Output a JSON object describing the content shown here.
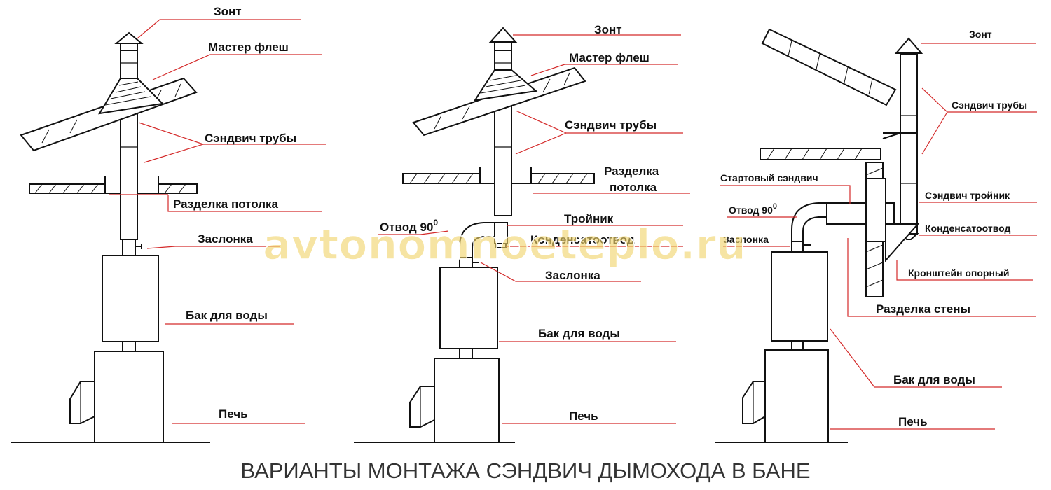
{
  "title": "ВАРИАНТЫ МОНТАЖА СЭНДВИЧ ДЫМОХОДА В БАНЕ",
  "watermark": "avtonomnoeteplo.ru",
  "diagram1": {
    "zont": "Зонт",
    "master_flesh": "Мастер флеш",
    "sandwich": "Сэндвич трубы",
    "razdelka": "Разделка потолка",
    "zaslonka": "Заслонка",
    "bak": "Бак для воды",
    "pech": "Печь"
  },
  "diagram2": {
    "zont": "Зонт",
    "master_flesh": "Мастер флеш",
    "sandwich": "Сэндвич трубы",
    "razdelka_1": "Разделка",
    "razdelka_2": "потолка",
    "troinik": "Тройник",
    "otvod": "Отвод 90",
    "otvod_sup": "0",
    "kondensat": "Конденсатоотвод",
    "zaslonka": "Заслонка",
    "bak": "Бак для воды",
    "pech": "Печь"
  },
  "diagram3": {
    "zont": "Зонт",
    "sandwich": "Сэндвич трубы",
    "start": "Стартовый сэндвич",
    "otvod": "Отвод 90",
    "otvod_sup": "0",
    "troinik": "Сэндвич тройник",
    "zaslonka": "Заслонка",
    "kondensat": "Конденсатоотвод",
    "kronshtein": "Кронштейн опорный",
    "razdelka": "Разделка стены",
    "bak": "Бак для воды",
    "pech": "Печь"
  }
}
